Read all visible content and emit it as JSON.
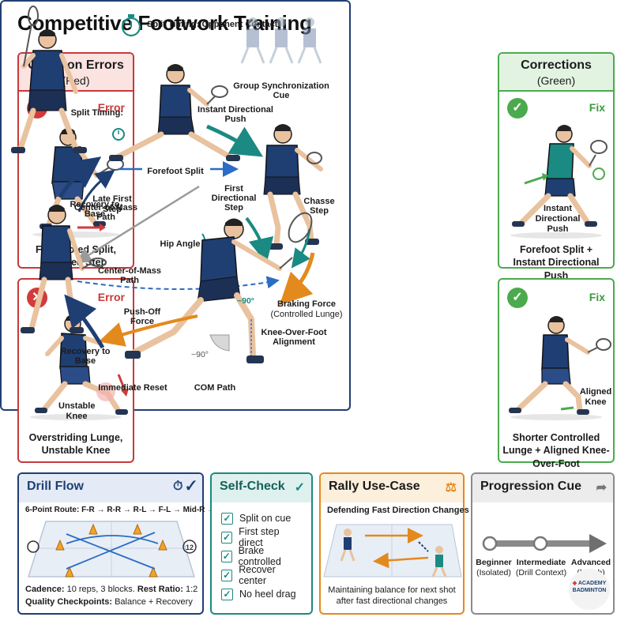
{
  "title": "Competitive Footwork Training",
  "errors_panel": {
    "title": "Common Errors",
    "subtitle": "(Red)",
    "card1": {
      "badge": "Error",
      "callout": "Late First Step",
      "caption": "Flat-Footed Split, Delayed Step"
    },
    "card2": {
      "badge": "Error",
      "callout": "Unstable Knee",
      "caption": "Overstriding Lunge, Unstable Knee"
    }
  },
  "corrections_panel": {
    "title": "Corrections",
    "subtitle": "(Green)",
    "card1": {
      "badge": "Fix",
      "callout": "Instant Directional Push",
      "caption": "Forefoot Split + Instant Directional Push"
    },
    "card2": {
      "badge": "Fix",
      "callout": "Aligned Knee",
      "caption": "Shorter Controlled Lunge + Aligned Knee-Over-Foot"
    }
  },
  "main_diagram": {
    "labels": {
      "split_timing_contact": "Split Timing: Opponent Contact",
      "group_sync": "Group Synchronization Cue",
      "split_timing": "Split Timing:",
      "instant_push": "Instant Directional Push",
      "forefoot_split": "Forefoot Split",
      "recovery_to_base_top": "Recovery to Base",
      "first_directional_step": "First Directional Step",
      "chasse_step": "Chasse Step",
      "com_path_upper": "Center-of-Mass Path",
      "hip_angle": "Hip Angle",
      "com_path_lower": "Center-of-Mass Path",
      "angle_90_top": "~90°",
      "braking_force": "Braking Force",
      "controlled_lunge": "(Controlled Lunge)",
      "push_off_force": "Push-Off Force",
      "knee_over_foot": "Knee-Over-Foot Alignment",
      "angle_90_bottom": "~90°",
      "recovery_to_base_bottom": "Recovery to Base",
      "immediate_reset": "Immediate Reset",
      "com_path": "COM Path"
    }
  },
  "drill_flow": {
    "title": "Drill Flow",
    "route": "6-Point Route: F-R → R-R → R-L → F-L → Mid-R → Mid-L",
    "timer_label": "12",
    "cadence_label": "Cadence:",
    "cadence_value": "10 reps, 3 blocks.",
    "rest_label": "Rest Ratio:",
    "rest_value": "1:2",
    "checkpoints_label": "Quality Checkpoints:",
    "checkpoints_value": "Balance + Recovery"
  },
  "self_check": {
    "title": "Self-Check",
    "items": [
      "Split on cue",
      "First step direct",
      "Brake controlled",
      "Recover center",
      "No heel drag"
    ]
  },
  "rally_use_case": {
    "title": "Rally Use-Case",
    "subtitle": "Defending Fast Direction Changes",
    "caption": "Maintaining balance for next shot after fast directional changes"
  },
  "progression_cue": {
    "title": "Progression Cue",
    "stages": [
      {
        "name": "Beginner",
        "detail": "(Isolated)"
      },
      {
        "name": "Intermediate",
        "detail": "(Drill Context)"
      },
      {
        "name": "Advanced",
        "detail": "(Match)"
      }
    ]
  },
  "logo": {
    "line1": "ACADEMY",
    "line2": "BADMINTON"
  },
  "colors": {
    "error_red": "#c9393a",
    "fix_green": "#4caa4e",
    "navy": "#1f3f73",
    "teal": "#1a8a82",
    "orange": "#e38a1e",
    "gray": "#8a8a8a"
  }
}
